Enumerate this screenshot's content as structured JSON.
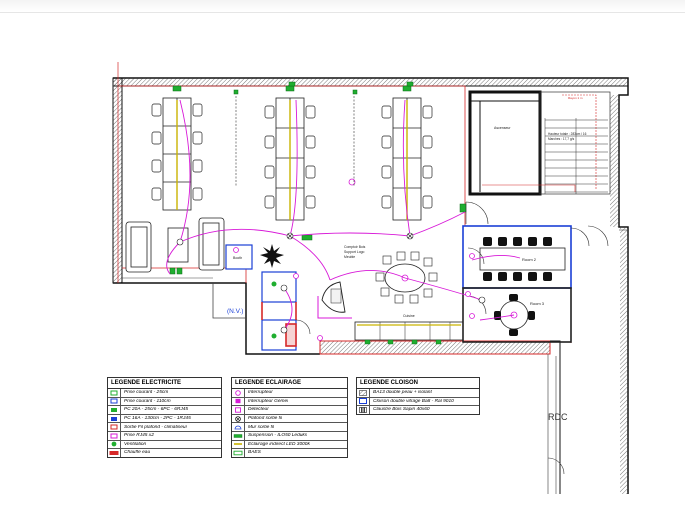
{
  "plan": {
    "level_label": "RDC",
    "nv_label": "(N.V.)",
    "rooms": {
      "elevator": "Ascenseur",
      "stair_note_1": "Hauteur totale : 283cm / 16",
      "stair_note_2": "Marches : 17,7 g/s",
      "room_a": "Room 2",
      "room_b": "Room 3",
      "booth": "Booth",
      "kitchen": "Cuisine",
      "lounge_1": "Comptoir Bois",
      "lounge_2": "Support Logo",
      "lounge_3": "Meuble",
      "top_right": "Rayon 1 m"
    }
  },
  "legends": {
    "electric": {
      "title": "LEGENDE ELECTRICITE",
      "items": [
        {
          "label": "Prise courant - 25cm",
          "icon": "outlet-25-icon"
        },
        {
          "label": "Prise courant - 110cm",
          "icon": "outlet-110-icon"
        },
        {
          "label": "PC 20A - 25cm - 6PC - 6RJ45",
          "icon": "pc-20a-icon"
        },
        {
          "label": "PC 16A - 130cm - 2PC - 1RJ45",
          "icon": "pc-16a-icon"
        },
        {
          "label": "Sortie Fil plafond - climatiseur",
          "icon": "ceiling-wire-icon"
        },
        {
          "label": "Prise RJ45 x2",
          "icon": "rj45-icon"
        },
        {
          "label": "Ventilation",
          "icon": "ventilation-icon"
        },
        {
          "label": "Chauffe eau",
          "icon": "water-heater-icon"
        }
      ]
    },
    "lighting": {
      "title": "LEGENDE ECLAIRAGE",
      "items": [
        {
          "label": "Interrupteur",
          "icon": "switch-icon"
        },
        {
          "label": "Interrupteur Gémel",
          "icon": "double-switch-icon"
        },
        {
          "label": "Détecteur",
          "icon": "detector-icon"
        },
        {
          "label": "Plafond sortie fil",
          "icon": "ceiling-outlet-icon"
        },
        {
          "label": "Mur sortie fil",
          "icon": "wall-outlet-icon"
        },
        {
          "label": "Suspension - ILO50 Leduks",
          "icon": "suspension-icon"
        },
        {
          "label": "Eclairage indirect LED 3000k",
          "icon": "led-strip-icon"
        },
        {
          "label": "BAES",
          "icon": "emergency-light-icon"
        }
      ]
    },
    "partition": {
      "title": "LEGENDE CLOISON",
      "items": [
        {
          "label": "BA13 double peau + isolant",
          "icon": "ba13-icon"
        },
        {
          "label": "Cloison double vitrage Ba8 - Ral 9010",
          "icon": "glazed-wall-icon"
        },
        {
          "label": "Claustre Bois Sapin 40x60",
          "icon": "wood-screen-icon"
        }
      ]
    }
  },
  "colors": {
    "wall": "#111111",
    "wire": "#d81ad8",
    "partition_red": "#d62828",
    "glazing_blue": "#1a3fd6",
    "outlet_green": "#1fae2f",
    "led_yellow": "#c9b400"
  }
}
